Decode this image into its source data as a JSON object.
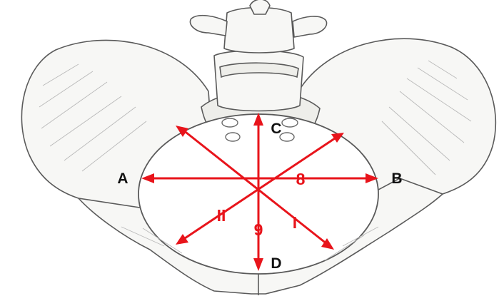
{
  "labels": {
    "a": "A",
    "b": "B",
    "c": "C",
    "d": "D",
    "eight": "8",
    "nine": "9",
    "oblique_one": "I",
    "oblique_two": "II"
  },
  "colors": {
    "arrow": "#e8141b",
    "outline": "#5a5a5a",
    "label": "#111111"
  }
}
